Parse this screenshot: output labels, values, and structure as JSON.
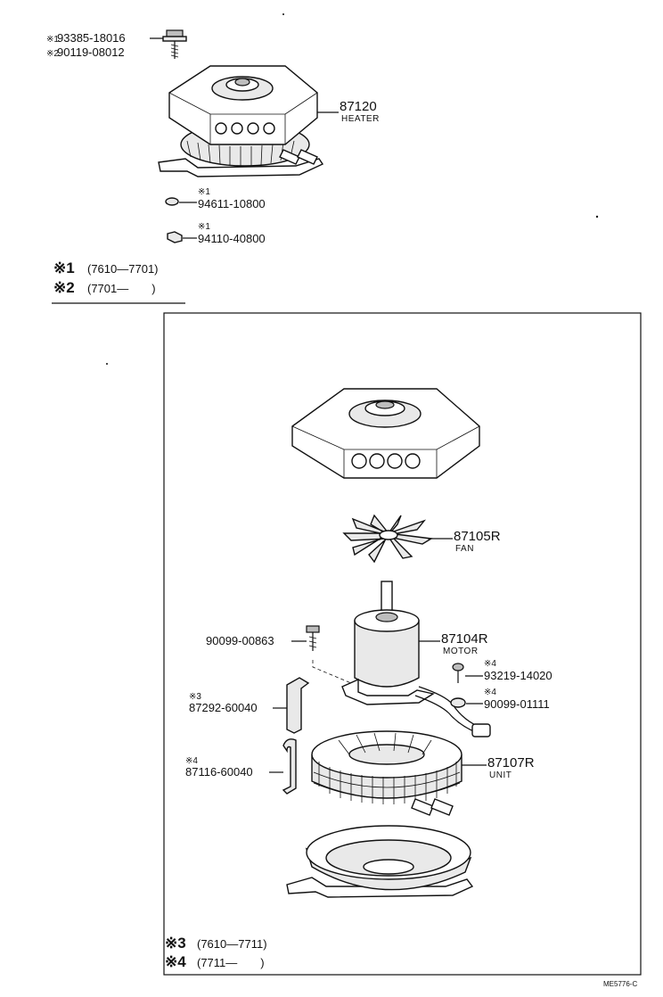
{
  "top": {
    "bolt_lines": [
      {
        "mark": "※1",
        "part": "93385-18016"
      },
      {
        "mark": "※2",
        "part": "90119-08012"
      }
    ],
    "heater": {
      "part": "87120",
      "name": "HEATER"
    },
    "washer": {
      "mark": "※1",
      "part": "94611-10800"
    },
    "nut": {
      "mark": "※1",
      "part": "94110-40800"
    },
    "notes": [
      {
        "mark": "※1",
        "range": "(7610—7701)"
      },
      {
        "mark": "※2",
        "range": "(7701—　　)"
      }
    ]
  },
  "detail": {
    "fan": {
      "part": "87105R",
      "name": "FAN"
    },
    "motor": {
      "part": "87104R",
      "name": "MOTOR"
    },
    "motor_bolt": {
      "part": "90099-00863"
    },
    "screw": {
      "mark": "※4",
      "part": "93219-14020"
    },
    "grommet": {
      "mark": "※4",
      "part": "90099-01111"
    },
    "bracket_a": {
      "mark": "※3",
      "part": "87292-60040"
    },
    "bracket_b": {
      "mark": "※4",
      "part": "87116-60040"
    },
    "unit": {
      "part": "87107R",
      "name": "UNIT"
    },
    "notes": [
      {
        "mark": "※3",
        "range": "(7610—7711)"
      },
      {
        "mark": "※4",
        "range": "(7711—　　)"
      }
    ]
  },
  "code": "ME5776-C"
}
